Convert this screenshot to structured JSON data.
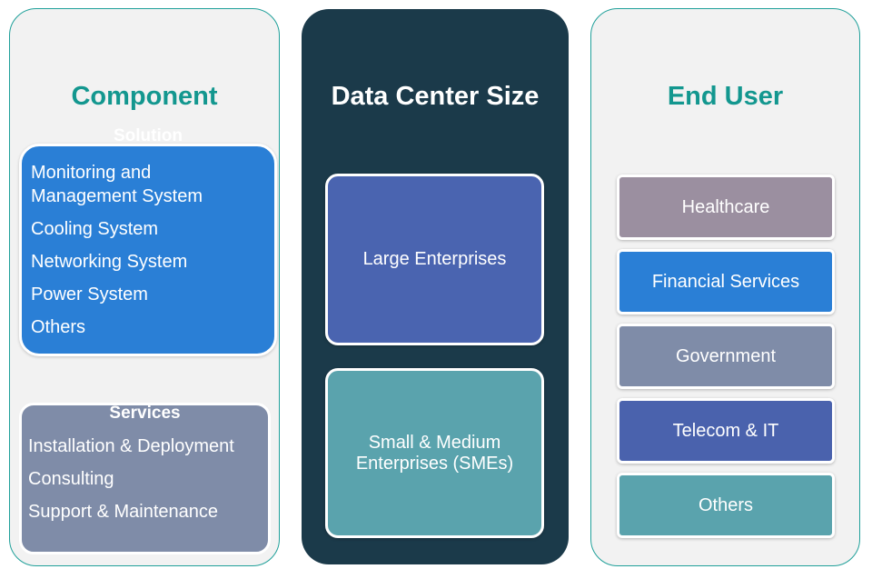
{
  "component": {
    "title": "Component",
    "solution": {
      "label": "Solution",
      "items": [
        "Monitoring and Management System",
        "Cooling System",
        "Networking System",
        "Power System",
        "Others"
      ]
    },
    "services": {
      "label": "Services",
      "items": [
        "Installation & Deployment",
        "Consulting",
        "Support & Maintenance"
      ]
    }
  },
  "size": {
    "title": "Data Center Size",
    "items": [
      "Large Enterprises",
      "Small & Medium Enterprises (SMEs)"
    ]
  },
  "end_user": {
    "title": "End User",
    "items": [
      "Healthcare",
      "Financial Services",
      "Government",
      "Telecom & IT",
      "Others"
    ]
  },
  "colors": {
    "teal_title": "#13978f",
    "dark_panel": "#1b3a4a",
    "blue": "#2a7fd6",
    "slate": "#7f8ca8",
    "indigo": "#4a64b0",
    "teal": "#5aa3ad",
    "mauve": "#9b8fa0"
  }
}
